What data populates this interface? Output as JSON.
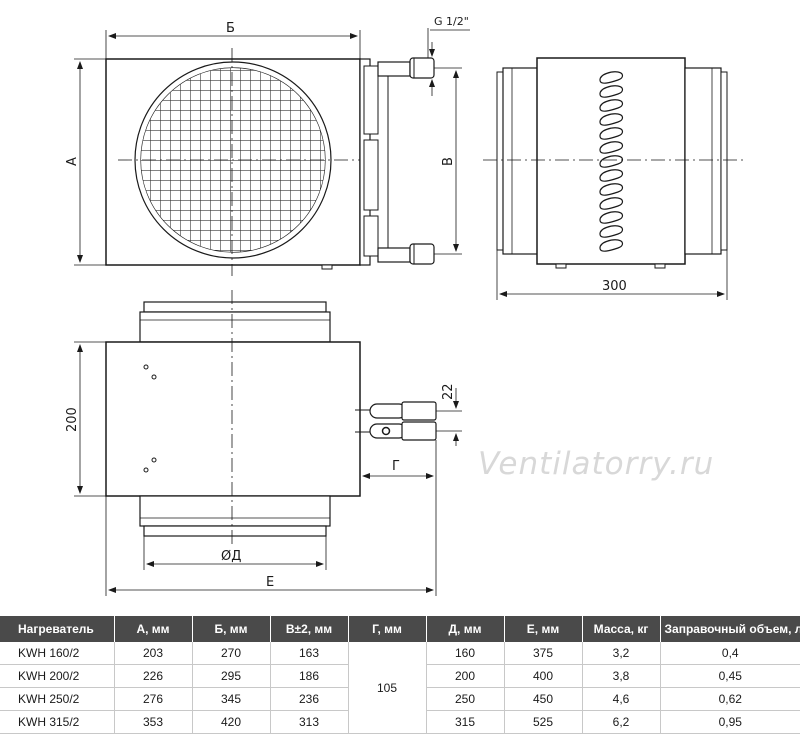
{
  "diagram": {
    "labels": {
      "A": "А",
      "B": "Б",
      "V": "В",
      "G": "Г",
      "D": "ØД",
      "E": "Е",
      "thread": "G 1/2\"",
      "depth": "300",
      "height": "200",
      "spacing": "22"
    },
    "watermark": "Ventilatorry.ru"
  },
  "table": {
    "headers": [
      "Нагреватель",
      "А, мм",
      "Б, мм",
      "В±2, мм",
      "Г, мм",
      "Д, мм",
      "Е, мм",
      "Масса, кг",
      "Заправочный объем, л"
    ],
    "g_value": "105",
    "rows": [
      {
        "model": "KWH 160/2",
        "a": "203",
        "b": "270",
        "v": "163",
        "d": "160",
        "e": "375",
        "mass": "3,2",
        "volume": "0,4"
      },
      {
        "model": "KWH 200/2",
        "a": "226",
        "b": "295",
        "v": "186",
        "d": "200",
        "e": "400",
        "mass": "3,8",
        "volume": "0,45"
      },
      {
        "model": "KWH 250/2",
        "a": "276",
        "b": "345",
        "v": "236",
        "d": "250",
        "e": "450",
        "mass": "4,6",
        "volume": "0,62"
      },
      {
        "model": "KWH 315/2",
        "a": "353",
        "b": "420",
        "v": "313",
        "d": "315",
        "e": "525",
        "mass": "6,2",
        "volume": "0,95"
      }
    ]
  }
}
